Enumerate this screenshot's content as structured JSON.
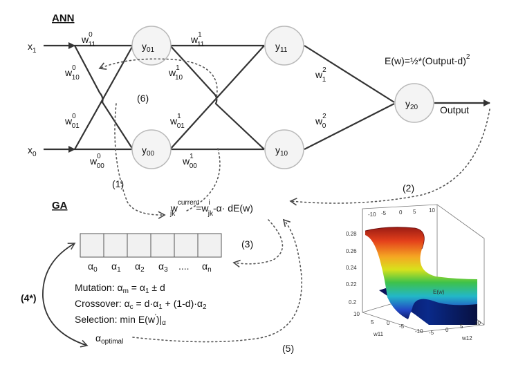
{
  "sections": {
    "ann": "ANN",
    "ga": "GA"
  },
  "inputs": [
    {
      "base": "x",
      "sub": "1"
    },
    {
      "base": "x",
      "sub": "0"
    }
  ],
  "nodes": [
    {
      "base": "y",
      "sub": "01"
    },
    {
      "base": "y",
      "sub": "00"
    },
    {
      "base": "y",
      "sub": "11"
    },
    {
      "base": "y",
      "sub": "10"
    },
    {
      "base": "y",
      "sub": "20"
    }
  ],
  "weights": [
    {
      "base": "w",
      "sup": "0",
      "sub": "11"
    },
    {
      "base": "w",
      "sup": "0",
      "sub": "10"
    },
    {
      "base": "w",
      "sup": "0",
      "sub": "01"
    },
    {
      "base": "w",
      "sup": "0",
      "sub": "00"
    },
    {
      "base": "w",
      "sup": "1",
      "sub": "11"
    },
    {
      "base": "w",
      "sup": "1",
      "sub": "10"
    },
    {
      "base": "w",
      "sup": "1",
      "sub": "01"
    },
    {
      "base": "w",
      "sup": "1",
      "sub": "00"
    },
    {
      "base": "w",
      "sup": "2",
      "sub": "1"
    },
    {
      "base": "w",
      "sup": "2",
      "sub": "0"
    }
  ],
  "output_label": "Output",
  "error_formula": {
    "main": "E(w)=½*(Output-d)",
    "sup": "2"
  },
  "update_rule": {
    "lhs_base": "w",
    "lhs_sub": "jk",
    "lhs_sup": "current",
    "eq": "=w",
    "rhs_sub": "jk",
    "rhs_sup": "i",
    "rhs_tail": "-α· dE(w)"
  },
  "step_labels": [
    "(1)",
    "(2)",
    "(3)",
    "(4*)",
    "(5)",
    "(6)"
  ],
  "chromosome": [
    {
      "base": "α",
      "sub": "0"
    },
    {
      "base": "α",
      "sub": "1"
    },
    {
      "base": "α",
      "sub": "2"
    },
    {
      "base": "α",
      "sub": "3"
    },
    {
      "base": "....",
      "sub": ""
    },
    {
      "base": "α",
      "sub": "n"
    }
  ],
  "ga_ops": {
    "mutation": {
      "label": "Mutation: α",
      "sub": "m",
      "rest": " = α",
      "sub2": "1",
      "tail": " ± d"
    },
    "crossover": {
      "label": "Crossover: α",
      "sub": "c",
      "rest": " = d·α",
      "sub2": "1",
      "tail": " + (1-d)·α",
      "sub3": "2"
    },
    "selection": {
      "label": "Selection: min E(w",
      "sup": "'",
      "rest": ")|",
      "sub": "α"
    }
  },
  "optimal": {
    "base": "α",
    "sub": "optimal"
  },
  "surface_plot": {
    "zlabel": "E(w)",
    "xlabel": "w11",
    "ylabel": "w12",
    "z_ticks": [
      "0.28",
      "0.26",
      "0.24",
      "0.22",
      "0.2"
    ],
    "top_ticks": [
      "-10",
      "-5",
      "0",
      "5",
      "10"
    ],
    "front_left_ticks": [
      "10",
      "5",
      "0",
      "-5",
      "-10"
    ],
    "front_right_ticks": [
      "-5",
      "0",
      "5",
      "10"
    ]
  }
}
